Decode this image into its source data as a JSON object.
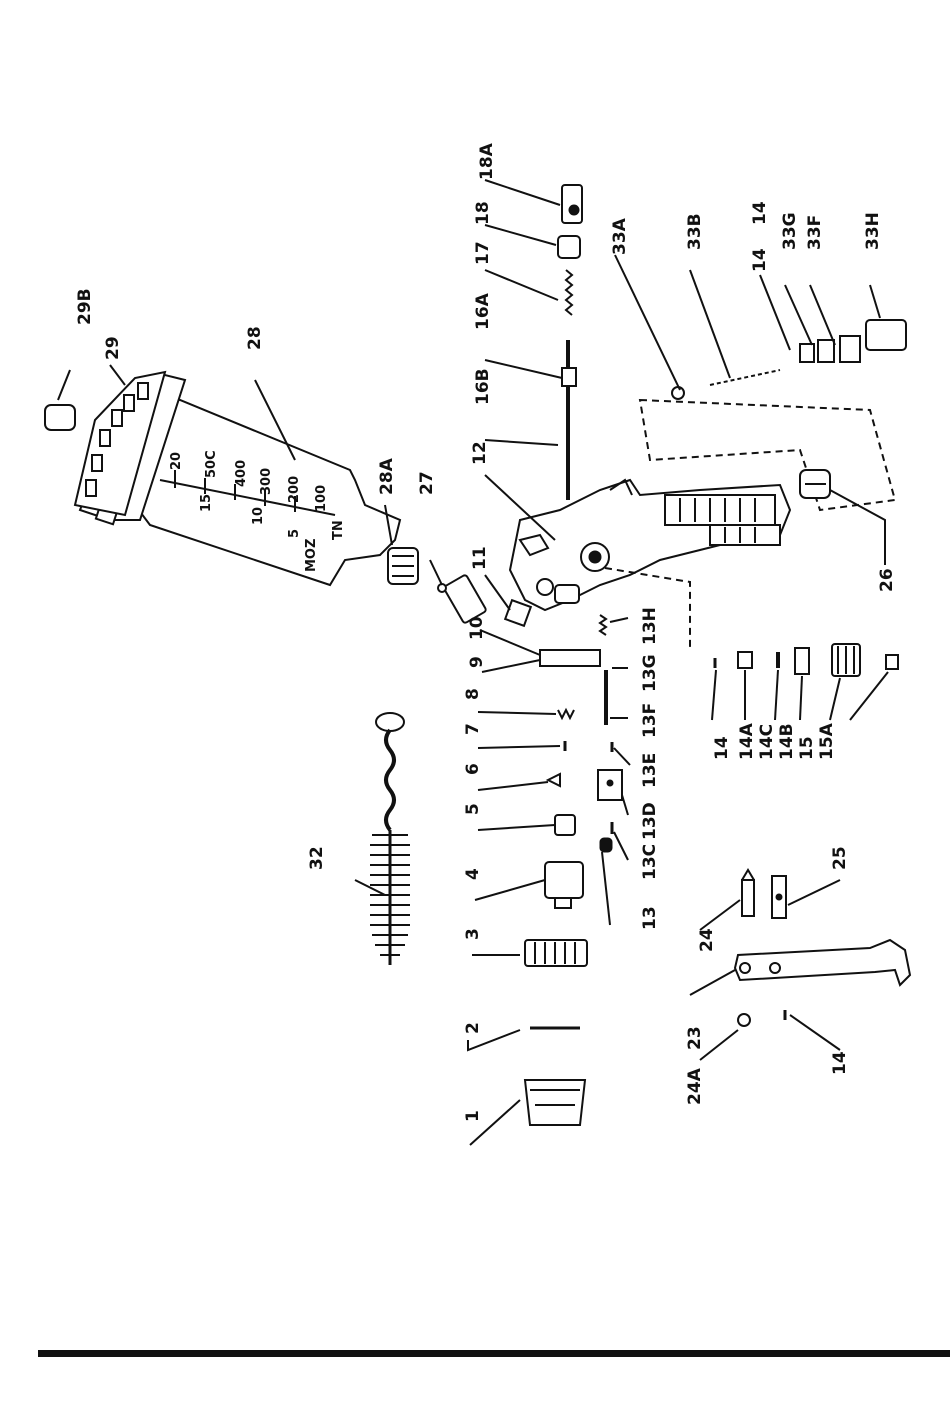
{
  "diagram": {
    "part_labels": [
      "1",
      "2",
      "3",
      "4",
      "5",
      "6",
      "7",
      "8",
      "9",
      "10",
      "11",
      "12",
      "13",
      "13C",
      "13D",
      "13E",
      "13F",
      "13G",
      "13H",
      "14",
      "14A",
      "14C",
      "14B",
      "15",
      "15A",
      "14",
      "16B",
      "16A",
      "17",
      "18",
      "18A",
      "33A",
      "33B",
      "14",
      "33G",
      "33F",
      "33H",
      "26",
      "23",
      "24",
      "24A",
      "25",
      "14",
      "27",
      "28A",
      "28",
      "29",
      "29B",
      "32"
    ],
    "cup_scale": [
      "20",
      "50C",
      "15",
      "400",
      "300",
      "10",
      "200",
      "5",
      "100",
      "MOZ",
      "TN"
    ]
  },
  "colors": {
    "ink": "#111111",
    "paper": "#ffffff"
  }
}
